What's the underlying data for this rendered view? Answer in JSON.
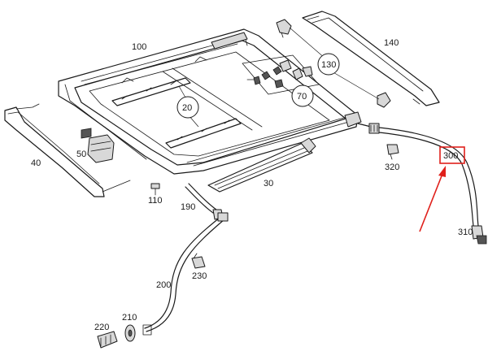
{
  "diagram": {
    "labels": {
      "p100": "100",
      "p140": "140",
      "p130": "130",
      "p70": "70",
      "p20": "20",
      "p40": "40",
      "p50": "50",
      "p320": "320",
      "p300": "300",
      "p30": "30",
      "p110": "110",
      "p190": "190",
      "p310": "310",
      "p230": "230",
      "p200": "200",
      "p210": "210",
      "p220": "220"
    },
    "highlight": {
      "target": "300",
      "color": "#e0201b"
    }
  }
}
